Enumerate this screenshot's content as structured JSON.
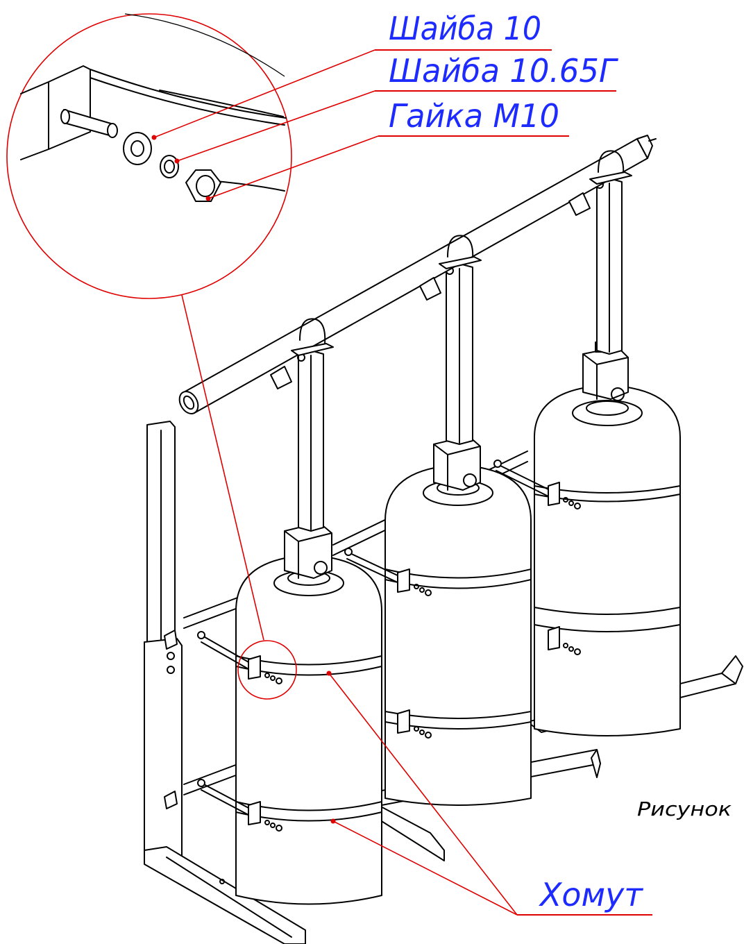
{
  "labels": {
    "washer": "Шайба 10",
    "spring_washer": "Шайба 10.65Г",
    "nut": "Гайка М10",
    "clamp": "Хомут",
    "figure_caption": "Рисунок"
  },
  "colors": {
    "line": "#000000",
    "leader": "#e00000",
    "callout_text": "#1d2bff",
    "background": "#ffffff"
  }
}
